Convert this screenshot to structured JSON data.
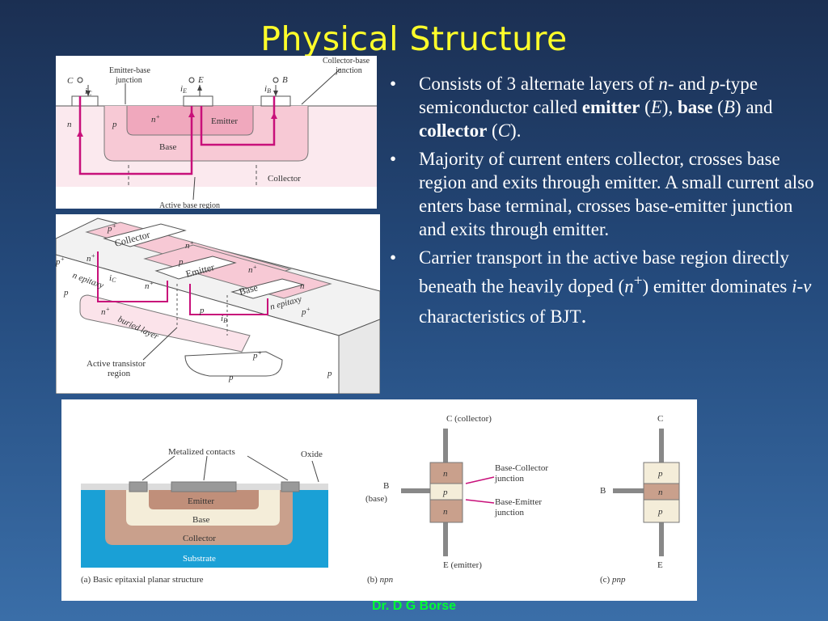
{
  "slide": {
    "title": "Physical Structure",
    "author": "Dr. D G Borse"
  },
  "fig1": {
    "C": "C",
    "iC": "i",
    "iC_sub": "C",
    "eb_junction_1": "Emitter-base",
    "eb_junction_2": "junction",
    "iE": "i",
    "iE_sub": "E",
    "E": "E",
    "iB": "i",
    "iB_sub": "B",
    "B": "B",
    "cb_junction_1": "Collector-base",
    "cb_junction_2": "junction",
    "n": "n",
    "p": "p",
    "n_plus": "n",
    "plus": "+",
    "emitter": "Emitter",
    "base": "Base",
    "collector": "Collector",
    "active_base_region": "Active base region"
  },
  "fig2": {
    "p_plus": "p",
    "plus": "+",
    "collector": "Collector",
    "emitter": "Emitter",
    "base": "Base",
    "n_plus": "n",
    "p": "p",
    "n": "n",
    "n_epitaxy": "n epitaxy",
    "iC": "i",
    "iC_sub": "C",
    "iB": "i",
    "iB_sub": "B",
    "buried_layer": "buried layer",
    "active_region_1": "Active transistor",
    "active_region_2": "region"
  },
  "fig3": {
    "metalized_contacts": "Metalized contacts",
    "oxide": "Oxide",
    "emitter": "Emitter",
    "base": "Base",
    "collector": "Collector",
    "substrate": "Substrate",
    "caption_a": "(a) Basic epitaxial planar structure",
    "c_collector": "C (collector)",
    "b_label": "B",
    "b_base": "(base)",
    "e_emitter": "E (emitter)",
    "bc_junction_1": "Base-Collector",
    "bc_junction_2": "junction",
    "be_junction_1": "Base-Emitter",
    "be_junction_2": "junction",
    "n": "n",
    "p": "p",
    "caption_b_prefix": "(b) ",
    "caption_b": "npn",
    "C": "C",
    "B": "B",
    "E": "E",
    "caption_c_prefix": "(c) ",
    "caption_c": "pnp"
  },
  "bullets": {
    "b1": {
      "t1": "Consists of 3 alternate layers of ",
      "n": "n",
      "t2": "- and ",
      "p": "p",
      "t3": "-type semiconductor called ",
      "emitter": "emitter",
      "t4": " (",
      "E": "E",
      "t5": "), ",
      "base": "base",
      "t6": " (",
      "B": "B",
      "t7": ") and ",
      "collector": "collector",
      "t8": " (",
      "C": "C",
      "t9": ")."
    },
    "b2": "Majority of current enters collector, crosses base region and exits through emitter. A small current also enters base terminal, crosses base-emitter junction and exits through emitter.",
    "b3": {
      "t1": "Carrier transport in the active base region directly beneath the heavily doped (",
      "n": "n",
      "plus": "+",
      "t2": ") emitter dominates ",
      "i": "i",
      "dash": "-",
      "v": "v",
      "t3": "characteristics of BJT",
      "dot": "."
    }
  },
  "colors": {
    "title": "#ffff2a",
    "footer": "#00ff33",
    "body_text": "#ffffff",
    "pink_region": "#f9c8d4",
    "arrow_magenta": "#c8107a",
    "emitter_brown": "#c08f7a",
    "base_cream": "#f4edd9",
    "collector_tan": "#c9a08c",
    "substrate_blue": "#1aa0d6"
  }
}
